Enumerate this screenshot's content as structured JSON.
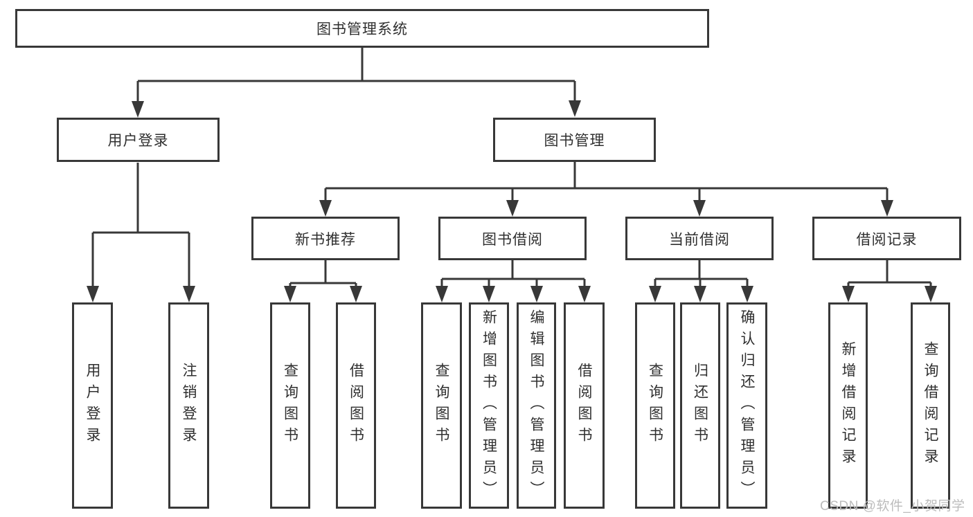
{
  "diagram": {
    "type": "hierarchy-tree",
    "colors": {
      "line": "#383838",
      "box_border": "#383838",
      "text": "#2f2f2f",
      "background": "#ffffff",
      "watermark_text": "#bcbcbc"
    },
    "tree": {
      "root": {
        "label": "图书管理系统"
      },
      "branches": [
        {
          "label": "用户登录",
          "children": [
            {
              "label": "用户登录"
            },
            {
              "label": "注销登录"
            }
          ]
        },
        {
          "label": "图书管理",
          "children": [
            {
              "label": "新书推荐",
              "children": [
                {
                  "label": "查询图书"
                },
                {
                  "label": "借阅图书"
                }
              ]
            },
            {
              "label": "图书借阅",
              "children": [
                {
                  "label": "查询图书"
                },
                {
                  "label": "新增图书（管理员）"
                },
                {
                  "label": "编辑图书（管理员）"
                },
                {
                  "label": "借阅图书"
                }
              ]
            },
            {
              "label": "当前借阅",
              "children": [
                {
                  "label": "查询图书"
                },
                {
                  "label": "归还图书"
                },
                {
                  "label": "确认归还（管理员）"
                }
              ]
            },
            {
              "label": "借阅记录",
              "children": [
                {
                  "label": "新增借阅记录"
                },
                {
                  "label": "查询借阅记录"
                }
              ]
            }
          ]
        }
      ]
    }
  },
  "watermark": {
    "text": "CSDN @软件_小贺同学"
  }
}
